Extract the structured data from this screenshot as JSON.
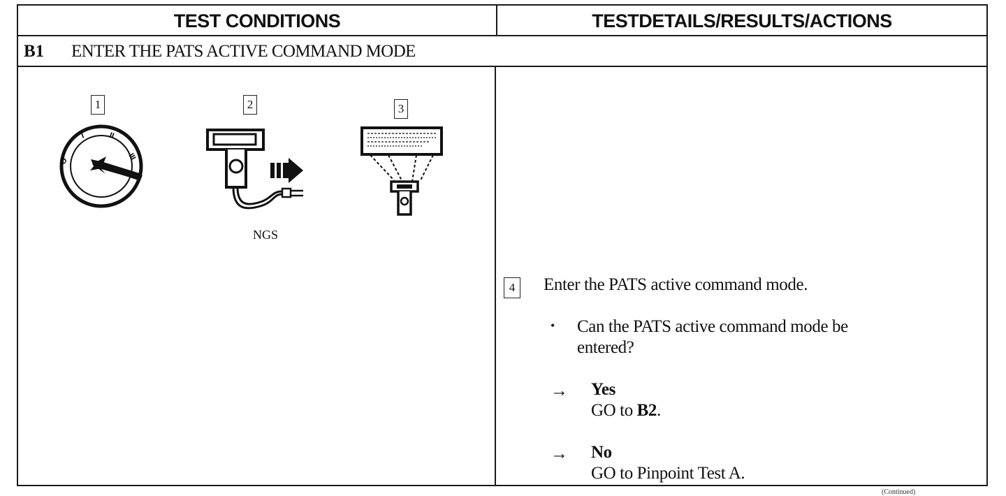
{
  "header": {
    "left": "TEST CONDITIONS",
    "right": "TESTDETAILS/RESULTS/ACTIONS"
  },
  "step": {
    "id": "B1",
    "title": "ENTER THE PATS ACTIVE COMMAND MODE"
  },
  "figures": [
    {
      "number": "1",
      "icon": "ignition-switch-icon"
    },
    {
      "number": "2",
      "icon": "ngs-tester-connect-icon",
      "caption": "NGS"
    },
    {
      "number": "3",
      "icon": "tester-display-icon"
    }
  ],
  "action": {
    "number": "4",
    "instruction": "Enter the PATS active command mode.",
    "question_line1": "Can the PATS active command mode be",
    "question_line2": "entered?",
    "bullet": "•",
    "arrow": "→",
    "yes_label": "Yes",
    "yes_action_prefix": "GO to ",
    "yes_action_target": "B2",
    "yes_action_suffix": ".",
    "no_label": "No",
    "no_action": "GO to Pinpoint Test A."
  },
  "footer_fragment": "(Continued)"
}
